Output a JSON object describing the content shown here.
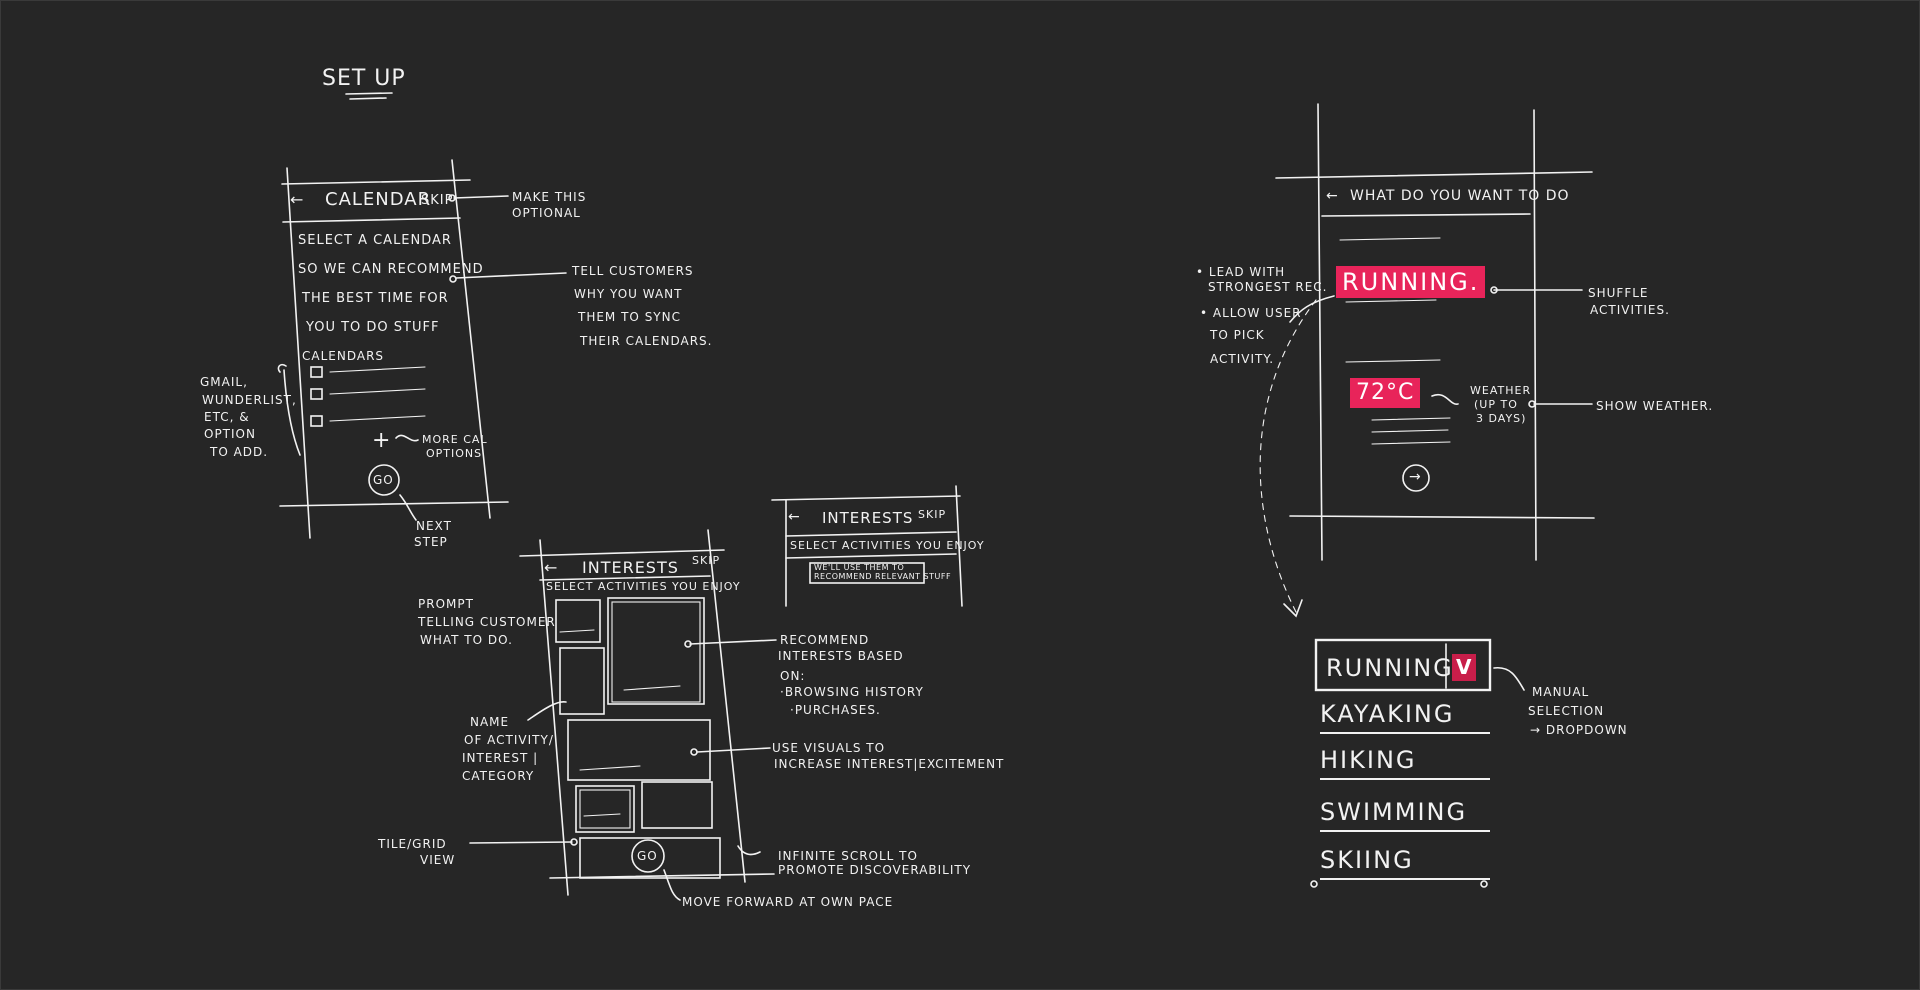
{
  "page": {
    "title": "SET UP"
  },
  "calendar_screen": {
    "back": "←",
    "title": "CALENDAR",
    "skip": "SKIP",
    "prompt_lines": [
      "SELECT A CALENDAR",
      "SO WE CAN RECOMMEND",
      "THE BEST TIME FOR",
      "YOU TO DO STUFF"
    ],
    "calendars_label": "CALENDARS",
    "plus": "+",
    "go": "GO",
    "notes": {
      "skip_note": [
        "MAKE THIS",
        "OPTIONAL"
      ],
      "why_note": [
        "TELL CUSTOMERS",
        "WHY YOU WANT",
        "THEM TO SYNC",
        "THEIR CALENDARS."
      ],
      "sources_note": [
        "GMAIL,",
        "WUNDERLIST,",
        "ETC, &",
        "OPTION",
        "TO ADD."
      ],
      "more_note": [
        "MORE CAL",
        "OPTIONS"
      ],
      "next_note": [
        "NEXT",
        "STEP"
      ]
    }
  },
  "interests_screen": {
    "back": "←",
    "title": "INTERESTS",
    "skip": "SKIP",
    "subtitle": "SELECT ACTIVITIES YOU ENJOY",
    "go": "GO",
    "notes": {
      "prompt_note": [
        "PROMPT",
        "TELLING CUSTOMER",
        "WHAT TO DO."
      ],
      "name_note": [
        "NAME",
        "OF ACTIVITY/",
        "INTEREST |",
        "CATEGORY"
      ],
      "tile_note": [
        "TILE/GRID",
        "VIEW"
      ],
      "recommend_note": [
        "RECOMMEND",
        "INTERESTS BASED",
        "ON:",
        "·BROWSING HISTORY",
        "·PURCHASES."
      ],
      "visuals_note": [
        "USE VISUALS TO",
        "INCREASE INTEREST|EXCITEMENT"
      ],
      "scroll_note": [
        "INFINITE SCROLL TO",
        "PROMOTE DISCOVERABILITY"
      ],
      "pace_note": "MOVE FORWARD AT OWN PACE"
    }
  },
  "interests_detail": {
    "back": "←",
    "title": "INTERESTS",
    "skip": "SKIP",
    "subtitle": "SELECT ACTIVITIES YOU ENJOY",
    "tooltip_lines": [
      "WE'LL USE THEM TO",
      "RECOMMEND RELEVANT STUFF"
    ]
  },
  "what_screen": {
    "back": "←",
    "title": "WHAT DO YOU WANT TO DO",
    "activity": "RUNNING.",
    "weather": "72°C",
    "next": "→",
    "notes": {
      "lead_note": [
        "• LEAD WITH",
        "STRONGEST REC.",
        "• ALLOW USER",
        "TO PICK",
        "ACTIVITY."
      ],
      "shuffle_note": [
        "SHUFFLE",
        "ACTIVITIES."
      ],
      "weather_detail": [
        "WEATHER",
        "(UP TO",
        "3 DAYS)"
      ],
      "show_weather_note": "SHOW WEATHER."
    }
  },
  "dropdown": {
    "selected": "RUNNING",
    "chevron": "V",
    "options": [
      "KAYAKING",
      "HIKING",
      "SWIMMING",
      "SKIING"
    ],
    "note": [
      "MANUAL",
      "SELECTION",
      "→ DROPDOWN"
    ]
  },
  "colors": {
    "background": "#262626",
    "ink": "#f2f2f2",
    "accent": "#e8245a"
  }
}
